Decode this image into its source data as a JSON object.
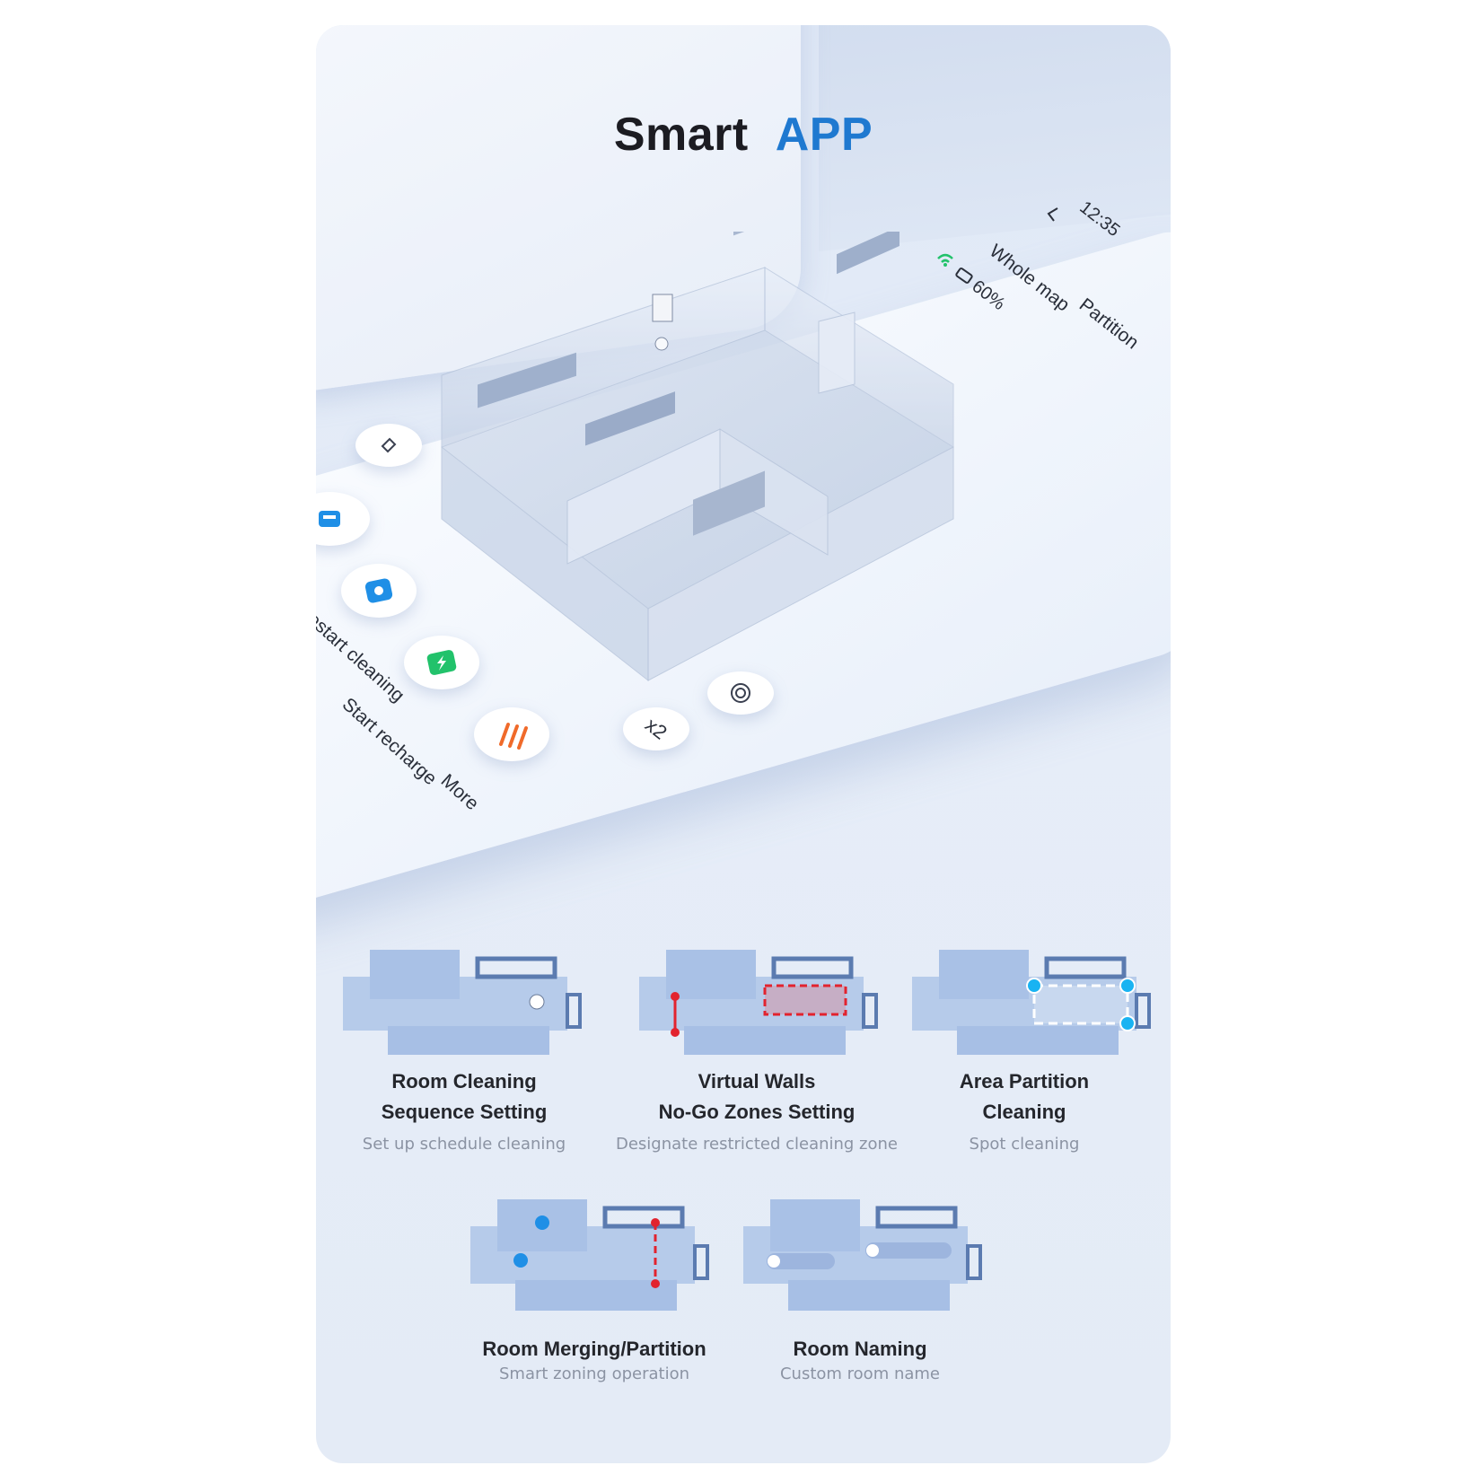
{
  "title": {
    "word1": "Smart",
    "word2": "APP"
  },
  "phone": {
    "time": "12:35",
    "battery": "60%",
    "tabs": [
      "Whole map",
      "Partition"
    ],
    "buttons": [
      {
        "label": "Restart cleaning",
        "icon": "restart-icon"
      },
      {
        "label": "Start recharge",
        "icon": "charge-icon"
      },
      {
        "label": "More",
        "icon": "more-icon"
      }
    ],
    "speed": "x2",
    "icons": [
      "rotate-icon",
      "target-icon",
      "wifi-icon",
      "battery-icon",
      "back-icon"
    ],
    "colors": {
      "blue": "#1f8fe6",
      "green": "#22c26b",
      "orange": "#f06a2a"
    }
  },
  "features": [
    {
      "title1": "Room Cleaning",
      "title2": "Sequence Setting",
      "subtitle": "Set up schedule cleaning"
    },
    {
      "title1": "Virtual Walls",
      "title2": "No-Go Zones Setting",
      "subtitle": "Designate restricted cleaning zone"
    },
    {
      "title1": "Area Partition",
      "title2": "Cleaning",
      "subtitle": "Spot cleaning"
    },
    {
      "title1": "Room Merging/Partition",
      "subtitle": "Smart zoning operation"
    },
    {
      "title1": "Room Naming",
      "subtitle": "Custom room name"
    }
  ]
}
